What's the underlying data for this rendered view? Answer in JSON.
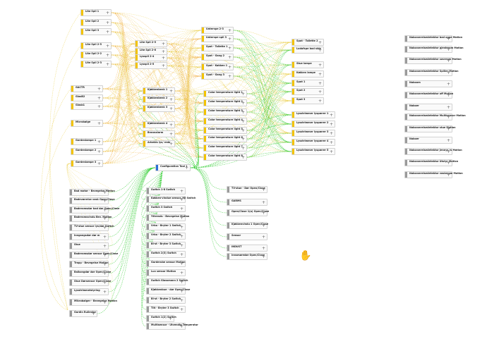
{
  "colors": {
    "wire_green": "#2ecc2e",
    "wire_yellow": "#e8c830",
    "wire_orange": "#f0a020",
    "node_bar_yellow": "#f3c300",
    "node_bar_gray": "#9a9a9a",
    "node_bar_blue": "#2a6fd6"
  },
  "icons": {
    "plus": "+",
    "cursor": "✋"
  },
  "nodes": [
    {
      "id": "n1",
      "title": "Lite Spil 1",
      "sub": "",
      "bar": "yellow"
    },
    {
      "id": "n2",
      "title": "Lite Spil 2",
      "sub": "",
      "bar": "yellow"
    },
    {
      "id": "n3",
      "title": "Lite Spil 3",
      "sub": "",
      "bar": "yellow"
    },
    {
      "id": "n4",
      "title": "Lite Spil 2-5",
      "sub": "",
      "bar": "yellow"
    },
    {
      "id": "n5",
      "title": "Lite Spil 2-2",
      "sub": "",
      "bar": "yellow"
    },
    {
      "id": "n6",
      "title": "Lite Spil 2-3",
      "sub": "",
      "bar": "yellow"
    },
    {
      "id": "n7",
      "title": "Lite Spil 2-5",
      "sub": "",
      "bar": "yellow"
    },
    {
      "id": "n8",
      "title": "Lite Spil 2-6",
      "sub": "",
      "bar": "yellow"
    },
    {
      "id": "n9",
      "title": "Lysspil 2-4",
      "sub": "",
      "bar": "yellow"
    },
    {
      "id": "n10",
      "title": "Lysspil 2-5",
      "sub": "",
      "bar": "yellow"
    },
    {
      "id": "n11",
      "title": "Unterspe 2-3",
      "sub": "",
      "bar": "yellow"
    },
    {
      "id": "n12",
      "title": "Unterspe spil 3",
      "sub": "",
      "bar": "yellow"
    },
    {
      "id": "n13",
      "title": "Spot - Toilette 1",
      "sub": "",
      "bar": "yellow"
    },
    {
      "id": "n14",
      "title": "Spot - Gang 2",
      "sub": "",
      "bar": "yellow"
    },
    {
      "id": "n15",
      "title": "Spot - Køkken 1",
      "sub": "",
      "bar": "yellow"
    },
    {
      "id": "n16",
      "title": "Spot - Gang 3",
      "sub": "",
      "bar": "yellow"
    },
    {
      "id": "n17",
      "title": "Spot - Toilette 2",
      "sub": "",
      "bar": "yellow"
    },
    {
      "id": "n18",
      "title": "Lodafspe bad side",
      "sub": "",
      "bar": "yellow"
    },
    {
      "id": "n19",
      "title": "Stue lampe",
      "sub": "",
      "bar": "yellow"
    },
    {
      "id": "n20",
      "title": "Køkken lampe",
      "sub": "",
      "bar": "yellow"
    },
    {
      "id": "n21",
      "title": "Spot 1",
      "sub": "",
      "bar": "yellow"
    },
    {
      "id": "n22",
      "title": "Spot 2",
      "sub": "",
      "bar": "yellow"
    },
    {
      "id": "n23",
      "title": "Spot 3",
      "sub": "",
      "bar": "yellow"
    },
    {
      "id": "n24",
      "title": "Spot 4",
      "sub": "",
      "bar": "yellow"
    },
    {
      "id": "n25",
      "title": "Spot 5",
      "sub": "",
      "bar": "yellow"
    },
    {
      "id": "n26",
      "title": "GACTR",
      "sub": "",
      "bar": "yellow"
    },
    {
      "id": "n27",
      "title": "GlasB2",
      "sub": "",
      "bar": "yellow"
    },
    {
      "id": "n28",
      "title": "Glasb1",
      "sub": "",
      "bar": "yellow"
    },
    {
      "id": "n29",
      "title": "Microbølge",
      "sub": "",
      "bar": "yellow"
    },
    {
      "id": "n30",
      "title": "Gordenlampe 1",
      "sub": "",
      "bar": "yellow"
    },
    {
      "id": "n31",
      "title": "Gordenlampe 2",
      "sub": "",
      "bar": "yellow"
    },
    {
      "id": "n32",
      "title": "Gordenlampe 3",
      "sub": "",
      "bar": "yellow"
    },
    {
      "id": "n33",
      "title": "Kjøkkenbenk 1",
      "sub": "",
      "bar": "yellow"
    },
    {
      "id": "n34",
      "title": "Kjøkkenbenk 2",
      "sub": "",
      "bar": "yellow"
    },
    {
      "id": "n35",
      "title": "Kjøkkenbenk 3",
      "sub": "",
      "bar": "yellow"
    },
    {
      "id": "n36",
      "title": "Kjøkkenbenk 4",
      "sub": "",
      "bar": "yellow"
    },
    {
      "id": "n37",
      "title": "Brannalarm",
      "sub": "",
      "bar": "yellow"
    },
    {
      "id": "n38",
      "title": "Arbeids lys/ rede",
      "sub": "",
      "bar": "yellow"
    },
    {
      "id": "n39",
      "title": "Bad",
      "sub": "",
      "bar": "yellow"
    },
    {
      "id": "n40",
      "title": "Color temperature light 1",
      "sub": "",
      "bar": "yellow"
    },
    {
      "id": "n41",
      "title": "Color temperature light 2",
      "sub": "",
      "bar": "yellow"
    },
    {
      "id": "n42",
      "title": "Color temperature light 3",
      "sub": "",
      "bar": "yellow"
    },
    {
      "id": "n43",
      "title": "Color temperature light 4",
      "sub": "",
      "bar": "yellow"
    },
    {
      "id": "n44",
      "title": "Color temperature light 5",
      "sub": "",
      "bar": "yellow"
    },
    {
      "id": "n45",
      "title": "Color temperature light 6",
      "sub": "",
      "bar": "yellow"
    },
    {
      "id": "n46",
      "title": "Color temperature light 7",
      "sub": "",
      "bar": "yellow"
    },
    {
      "id": "n47",
      "title": "Color temperature light 8",
      "sub": "",
      "bar": "yellow"
    },
    {
      "id": "n48",
      "title": "Color temperature light 9",
      "sub": "",
      "bar": "yellow"
    },
    {
      "id": "n49",
      "title": "Color temperature light 10",
      "sub": "",
      "bar": "yellow"
    },
    {
      "id": "n50",
      "title": "Lysstrimmer lyspærer 1",
      "sub": "",
      "bar": "yellow"
    },
    {
      "id": "n51",
      "title": "Lysstrimmer lyspærer 2",
      "sub": "",
      "bar": "yellow"
    },
    {
      "id": "n52",
      "title": "Lysstrimmer lyspærer 3",
      "sub": "",
      "bar": "yellow"
    },
    {
      "id": "n53",
      "title": "Lysstrimmer lyspærer 4",
      "sub": "",
      "bar": "yellow"
    },
    {
      "id": "n54",
      "title": "Lysstrimmer lyspærer 5",
      "sub": "",
      "bar": "yellow"
    },
    {
      "id": "n55",
      "title": "Configuration Tool 1",
      "sub": "",
      "bar": "blue"
    },
    {
      "id": "n56",
      "title": "Bad motor - Bevegelse Motion",
      "sub": "",
      "bar": "gray"
    },
    {
      "id": "n57",
      "title": "Badeværelse vask Open/Close",
      "sub": "",
      "bar": "gray"
    },
    {
      "id": "n58",
      "title": "Baderomsdør bad dør Open/Close",
      "sub": "",
      "bar": "gray"
    },
    {
      "id": "n59",
      "title": "Baderomsvindu Bev. Motion",
      "sub": "",
      "bar": "gray"
    },
    {
      "id": "n60",
      "title": "TV-stue sensor lys/dør Switch",
      "sub": "",
      "bar": "gray"
    },
    {
      "id": "n61",
      "title": "Inngangsdør dør m",
      "sub": "",
      "bar": "gray"
    },
    {
      "id": "n62",
      "title": "Stue",
      "sub": "",
      "bar": "gray"
    },
    {
      "id": "n63",
      "title": "Baderomsdør sensor Open/Close",
      "sub": "",
      "bar": "gray"
    },
    {
      "id": "n64",
      "title": "Trapp - Bevegelse Motion",
      "sub": "",
      "bar": "gray"
    },
    {
      "id": "n65",
      "title": "Balkongdør dør Open/Close",
      "sub": "",
      "bar": "gray"
    },
    {
      "id": "n66",
      "title": "Stue Dørsensor Open/Close",
      "sub": "",
      "bar": "gray"
    },
    {
      "id": "n67",
      "title": "Lysstrimmelstyring",
      "sub": "",
      "bar": "gray"
    },
    {
      "id": "n68",
      "title": "Mikrobølger - Bevegelse Motion",
      "sub": "",
      "bar": "gray"
    },
    {
      "id": "n69",
      "title": "Gardin Rullestor",
      "sub": "",
      "bar": "gray"
    },
    {
      "id": "n70",
      "title": "Switch Light",
      "sub": "",
      "bar": "gray"
    },
    {
      "id": "n71",
      "title": "Switch 1-8 Switch",
      "sub": "",
      "bar": "gray"
    },
    {
      "id": "n72",
      "title": "Køkken-vindue sensor, Hjl Switch",
      "sub": "",
      "bar": "gray"
    },
    {
      "id": "n73",
      "title": "Switch 3 Switch",
      "sub": "",
      "bar": "gray"
    },
    {
      "id": "n74",
      "title": "Yttrends - Bevegelse Motion",
      "sub": "",
      "bar": "gray"
    },
    {
      "id": "n75",
      "title": "Vrbo - Bryter 1 Switch",
      "sub": "",
      "bar": "gray"
    },
    {
      "id": "n76",
      "title": "Vrbo - Bryter 2 Switch",
      "sub": "",
      "bar": "gray"
    },
    {
      "id": "n77",
      "title": "Bi-st - Bryter 3 Switch",
      "sub": "",
      "bar": "gray"
    },
    {
      "id": "n78",
      "title": "Switch 2(3) Switch",
      "sub": "",
      "bar": "gray"
    },
    {
      "id": "n79",
      "title": "Garderobe sensor Motion",
      "sub": "",
      "bar": "gray"
    },
    {
      "id": "n80",
      "title": "Lux sensor Motion",
      "sub": "",
      "bar": "gray"
    },
    {
      "id": "n81",
      "title": "Switch Glassmann 2 Switch",
      "sub": "",
      "bar": "gray"
    },
    {
      "id": "n82",
      "title": "Kjøkkenbue - dør Open/Close",
      "sub": "",
      "bar": "gray"
    },
    {
      "id": "n83",
      "title": "Bi-st - Bryter 2 Switch",
      "sub": "",
      "bar": "gray"
    },
    {
      "id": "n84",
      "title": "Tilt - Bryter 3 Switch",
      "sub": "",
      "bar": "gray"
    },
    {
      "id": "n85",
      "title": "Switch 1(2) Switch",
      "sub": "",
      "bar": "gray"
    },
    {
      "id": "n86",
      "title": "Multisensor - Utvendig Temperatur",
      "sub": "",
      "bar": "gray"
    },
    {
      "id": "n87",
      "title": "ID-MODEM Sound Sprinkler",
      "sub": "",
      "bar": "gray"
    },
    {
      "id": "n88",
      "title": "SLIDE 4",
      "sub": "",
      "bar": "gray"
    },
    {
      "id": "n89",
      "title": "TV-stue - Dør Open/Close",
      "sub": "",
      "bar": "gray"
    },
    {
      "id": "n90",
      "title": "GARMS",
      "sub": "",
      "bar": "gray"
    },
    {
      "id": "n91",
      "title": "Open/Close 1(a) Open/Close",
      "sub": "",
      "bar": "gray"
    },
    {
      "id": "n92",
      "title": "Kjøkkenvindu 1 Open/Close",
      "sub": "",
      "bar": "gray"
    },
    {
      "id": "n93",
      "title": "Sensor",
      "sub": "",
      "bar": "gray"
    },
    {
      "id": "n94",
      "title": "INDUST",
      "sub": "",
      "bar": "gray"
    },
    {
      "id": "n95",
      "title": "Innsmøredør Open/Close",
      "sub": "",
      "bar": "gray"
    },
    {
      "id": "n96",
      "title": "Naboværelsedetektor bad oppe Motion",
      "sub": "",
      "bar": "gray"
    },
    {
      "id": "n97",
      "title": "Naboværelsedetektor gjesterom Motion",
      "sub": "",
      "bar": "gray"
    },
    {
      "id": "n98",
      "title": "Naboværelsedetektor soverom Motion",
      "sub": "",
      "bar": "gray"
    },
    {
      "id": "n99",
      "title": "Naboværelsedetektor Spiller Motion",
      "sub": "",
      "bar": "gray"
    },
    {
      "id": "n100",
      "title": "Naboom",
      "sub": "",
      "bar": "gray"
    },
    {
      "id": "n101",
      "title": "Naboværelsedetektor off Motion",
      "sub": "",
      "bar": "gray"
    },
    {
      "id": "n102",
      "title": "Naboer",
      "sub": "",
      "bar": "gray"
    },
    {
      "id": "n103",
      "title": "Naboværelsedetektor Multisensor Motion",
      "sub": "",
      "bar": "gray"
    },
    {
      "id": "n104",
      "title": "Naboværelsedetektor stue Motion",
      "sub": "",
      "bar": "gray"
    },
    {
      "id": "n105",
      "title": "Naboer",
      "sub": "",
      "bar": "gray"
    },
    {
      "id": "n106",
      "title": "Naboværelsedetektor Jennys rs Motion",
      "sub": "",
      "bar": "gray"
    },
    {
      "id": "n107",
      "title": "Naboværelsedetektor Utstyr Motion",
      "sub": "",
      "bar": "gray"
    },
    {
      "id": "n108",
      "title": "Naboværelsedetektor vaskerom Motion",
      "sub": "",
      "bar": "gray"
    }
  ]
}
